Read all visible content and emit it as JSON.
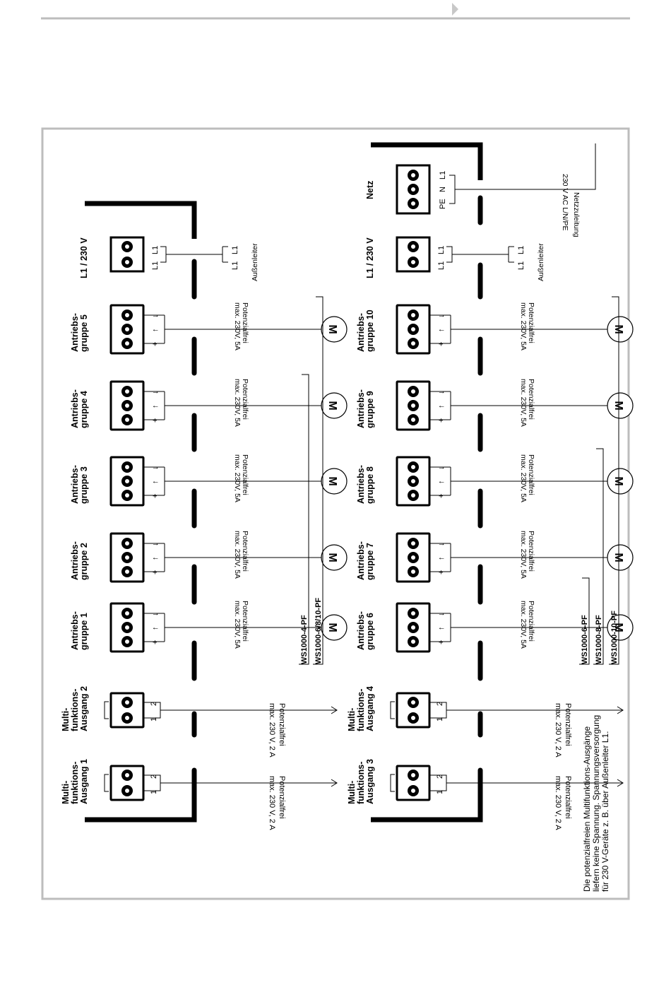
{
  "header": {
    "nav_arrow_icon": "triangle-right-icon",
    "rule_color": "#bdbdbd"
  },
  "diagram": {
    "frame_color": "#bdbdbd",
    "top_row": {
      "relay_label_top": "Potenzialfrei",
      "relay_label_bottom": "max. 230 V, 2 A",
      "motor_label_top": "Potenzialfrei",
      "motor_label_bottom": "max. 230V, 5A",
      "motor_symbol": "M",
      "outputs": [
        {
          "label": [
            "Multi-",
            "funktions-",
            "Ausgang 1"
          ],
          "pins": [
            "1",
            "2"
          ]
        },
        {
          "label": [
            "Multi-",
            "funktions-",
            "Ausgang 2"
          ],
          "pins": [
            "1",
            "2"
          ]
        }
      ],
      "drives": [
        {
          "label": [
            "Antriebs-",
            "gruppe 1"
          ],
          "pins": [
            "+",
            "↑",
            "↓"
          ]
        },
        {
          "label": [
            "Antriebs-",
            "gruppe 2"
          ],
          "pins": [
            "+",
            "↑",
            "↓"
          ]
        },
        {
          "label": [
            "Antriebs-",
            "gruppe 3"
          ],
          "pins": [
            "+",
            "↑",
            "↓"
          ]
        },
        {
          "label": [
            "Antriebs-",
            "gruppe 4"
          ],
          "pins": [
            "+",
            "↑",
            "↓"
          ]
        },
        {
          "label": [
            "Antriebs-",
            "gruppe 5"
          ],
          "pins": [
            "+",
            "↑",
            "↓"
          ]
        }
      ],
      "supply": {
        "label": "L1 / 230 V",
        "pins": [
          "L1",
          "L1"
        ],
        "feed_pins": [
          "L1",
          "L1"
        ],
        "feed_label": "Außenleiter"
      },
      "models": [
        "WS1000-4-PF",
        "WS1000-6/8/10-PF"
      ]
    },
    "bottom_row": {
      "relay_label_top": "Potenzialfrei",
      "relay_label_bottom": "max. 230 V, 2 A",
      "motor_label_top": "Potenzialfrei",
      "motor_label_bottom": "max. 230V, 5A",
      "motor_symbol": "M",
      "outputs": [
        {
          "label": [
            "Multi-",
            "funktions-",
            "Ausgang 3"
          ],
          "pins": [
            "1",
            "2"
          ]
        },
        {
          "label": [
            "Multi-",
            "funktions-",
            "Ausgang 4"
          ],
          "pins": [
            "1",
            "2"
          ]
        }
      ],
      "drives": [
        {
          "label": [
            "Antriebs-",
            "gruppe 6"
          ],
          "pins": [
            "+",
            "↑",
            "↓"
          ]
        },
        {
          "label": [
            "Antriebs-",
            "gruppe 7"
          ],
          "pins": [
            "+",
            "↑",
            "↓"
          ]
        },
        {
          "label": [
            "Antriebs-",
            "gruppe 8"
          ],
          "pins": [
            "+",
            "↑",
            "↓"
          ]
        },
        {
          "label": [
            "Antriebs-",
            "gruppe 9"
          ],
          "pins": [
            "+",
            "↑",
            "↓"
          ]
        },
        {
          "label": [
            "Antriebs-",
            "gruppe 10"
          ],
          "pins": [
            "+",
            "↑",
            "↓"
          ]
        }
      ],
      "supply": {
        "label": "L1 / 230 V",
        "pins": [
          "L1",
          "L1"
        ],
        "feed_pins": [
          "L1",
          "L1"
        ],
        "feed_label": "Außenleiter"
      },
      "mains": {
        "label": "Netz",
        "pins": [
          "PE",
          "N",
          "L1"
        ],
        "feed_label": "Netzzuleitung",
        "feed_value": "230 V AC L/N/PE"
      },
      "models": [
        "WS1000-6-PF",
        "WS1000-8-PF",
        "WS1000-10-PF"
      ]
    },
    "note": [
      "Die potenzialfreien Multifunktions-Ausgänge",
      "liefern keine Spannung. Spannungsversorgung",
      "für 230 V-Geräte z. B. über Außenleiter L1."
    ]
  }
}
